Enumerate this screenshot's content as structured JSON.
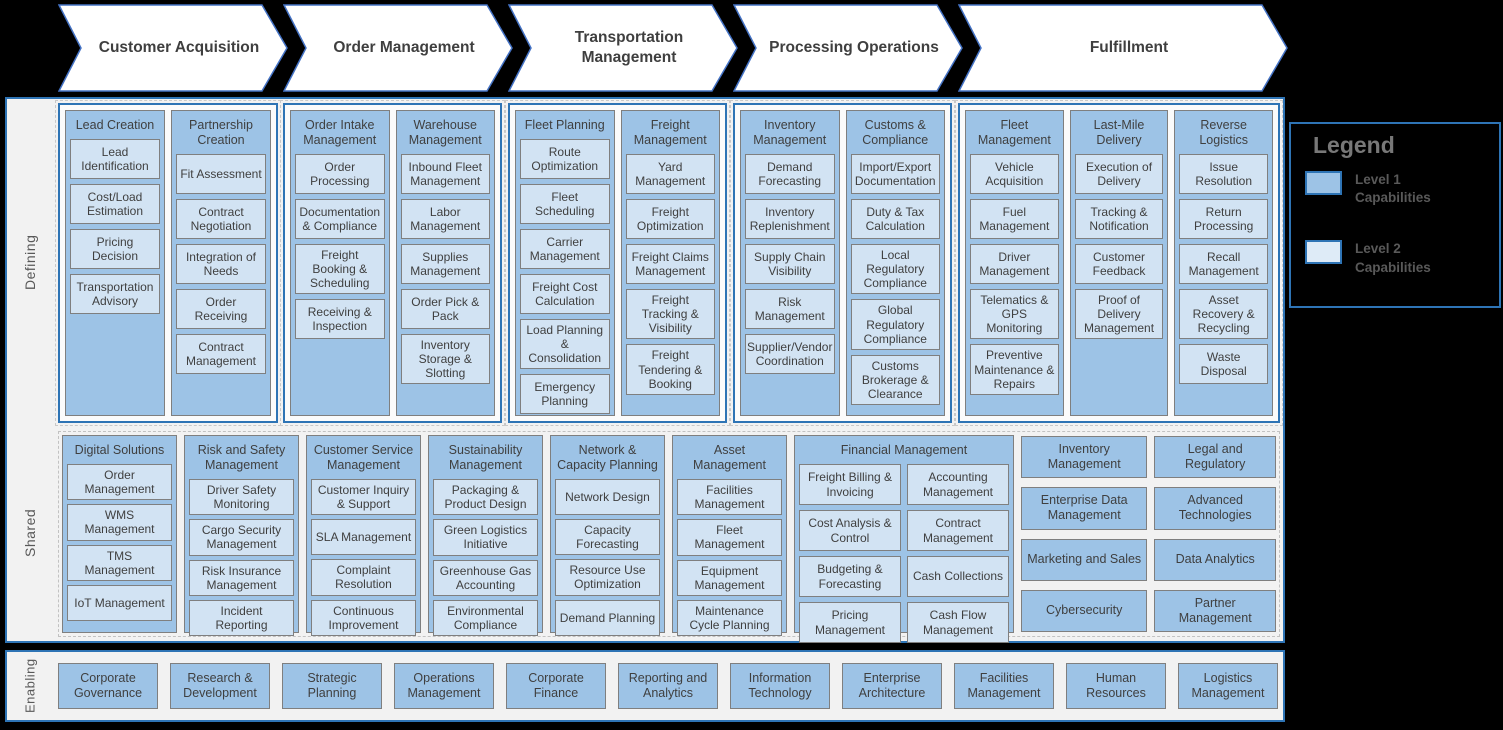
{
  "colors": {
    "accent_border": "#2E74B5",
    "chevron_outline": "#4472C4",
    "level1_fill": "#9DC3E6",
    "level2_fill": "#D2E3F3",
    "legend_level1_fill": "#9DC3E6",
    "legend_level2_fill": "#DEEBF7",
    "box_border": "#7F7F7F",
    "text": "#3F3F3F",
    "band_bg": "#F2F2F2"
  },
  "bands": {
    "defining": "Defining",
    "shared": "Shared",
    "enabling": "Enabling"
  },
  "phases": [
    {
      "label": "Customer Acquisition",
      "columns": [
        {
          "title": "Lead Creation",
          "items": [
            "Lead Identification",
            "Cost/Load Estimation",
            "Pricing Decision",
            "Transportation Advisory"
          ]
        },
        {
          "title": "Partnership Creation",
          "items": [
            "Fit Assessment",
            "Contract Negotiation",
            "Integration of Needs",
            "Order Receiving",
            "Contract Management"
          ]
        }
      ]
    },
    {
      "label": "Order Management",
      "columns": [
        {
          "title": "Order Intake Management",
          "items": [
            "Order Processing",
            "Documentation & Compliance",
            "Freight Booking & Scheduling",
            "Receiving & Inspection"
          ]
        },
        {
          "title": "Warehouse Management",
          "items": [
            "Inbound Fleet Management",
            "Labor Management",
            "Supplies Management",
            "Order Pick & Pack",
            "Inventory Storage & Slotting"
          ]
        }
      ]
    },
    {
      "label": "Transportation Management",
      "columns": [
        {
          "title": "Fleet Planning",
          "items": [
            "Route Optimization",
            "Fleet Scheduling",
            "Carrier Management",
            "Freight Cost Calculation",
            "Load Planning & Consolidation",
            "Emergency Planning"
          ]
        },
        {
          "title": "Freight Management",
          "items": [
            "Yard Management",
            "Freight Optimization",
            "Freight Claims Management",
            "Freight Tracking & Visibility",
            "Freight Tendering & Booking"
          ]
        }
      ]
    },
    {
      "label": "Processing Operations",
      "columns": [
        {
          "title": "Inventory Management",
          "items": [
            "Demand Forecasting",
            "Inventory Replenishment",
            "Supply Chain Visibility",
            "Risk Management",
            "Supplier/Vendor Coordination"
          ]
        },
        {
          "title": "Customs & Compliance",
          "items": [
            "Import/Export Documentation",
            "Duty & Tax Calculation",
            "Local Regulatory Compliance",
            "Global Regulatory Compliance",
            "Customs Brokerage & Clearance"
          ]
        }
      ]
    },
    {
      "label": "Fulfillment",
      "columns": [
        {
          "title": "Fleet Management",
          "items": [
            "Vehicle Acquisition",
            "Fuel Management",
            "Driver Management",
            "Telematics & GPS Monitoring",
            "Preventive Maintenance & Repairs"
          ]
        },
        {
          "title": "Last-Mile Delivery",
          "items": [
            "Execution of Delivery",
            "Tracking & Notification",
            "Customer Feedback",
            "Proof of Delivery Management"
          ]
        },
        {
          "title": "Reverse Logistics",
          "items": [
            "Issue Resolution",
            "Return Processing",
            "Recall Management",
            "Asset Recovery & Recycling",
            "Waste Disposal"
          ]
        }
      ]
    }
  ],
  "shared": {
    "groups": [
      {
        "title": "Digital Solutions",
        "items": [
          "Order Management",
          "WMS Management",
          "TMS Management",
          "IoT Management"
        ]
      },
      {
        "title": "Risk and Safety Management",
        "items": [
          "Driver Safety Monitoring",
          "Cargo Security Management",
          "Risk Insurance Management",
          "Incident Reporting"
        ]
      },
      {
        "title": "Customer Service Management",
        "items": [
          "Customer Inquiry & Support",
          "SLA Management",
          "Complaint Resolution",
          "Continuous Improvement"
        ]
      },
      {
        "title": "Sustainability Management",
        "items": [
          "Packaging & Product Design",
          "Green Logistics Initiative",
          "Greenhouse Gas Accounting",
          "Environmental Compliance"
        ]
      },
      {
        "title": "Network & Capacity Planning",
        "items": [
          "Network Design",
          "Capacity Forecasting",
          "Resource Use Optimization",
          "Demand Planning"
        ]
      },
      {
        "title": "Asset Management",
        "items": [
          "Facilities Management",
          "Fleet Management",
          "Equipment Management",
          "Maintenance Cycle Planning"
        ]
      }
    ],
    "financial": {
      "title": "Financial Management",
      "items": [
        "Freight Billing & Invoicing",
        "Accounting Management",
        "Cost Analysis & Control",
        "Contract Management",
        "Budgeting & Forecasting",
        "Cash Collections",
        "Pricing Management",
        "Cash Flow Management"
      ]
    },
    "standalone": [
      "Inventory Management",
      "Legal and Regulatory",
      "Enterprise Data Management",
      "Advanced Technologies",
      "Marketing and Sales",
      "Data Analytics",
      "Cybersecurity",
      "Partner Management"
    ]
  },
  "enabling": {
    "items": [
      "Corporate Governance",
      "Research & Development",
      "Strategic Planning",
      "Operations Management",
      "Corporate Finance",
      "Reporting and Analytics",
      "Information Technology",
      "Enterprise Architecture",
      "Facilities Management",
      "Human Resources",
      "Logistics Management"
    ]
  },
  "legend": {
    "title": "Legend",
    "entries": [
      {
        "label": "Level 1 Capabilities",
        "color": "#9DC3E6"
      },
      {
        "label": "Level 2 Capabilities",
        "color": "#DEEBF7"
      }
    ]
  }
}
